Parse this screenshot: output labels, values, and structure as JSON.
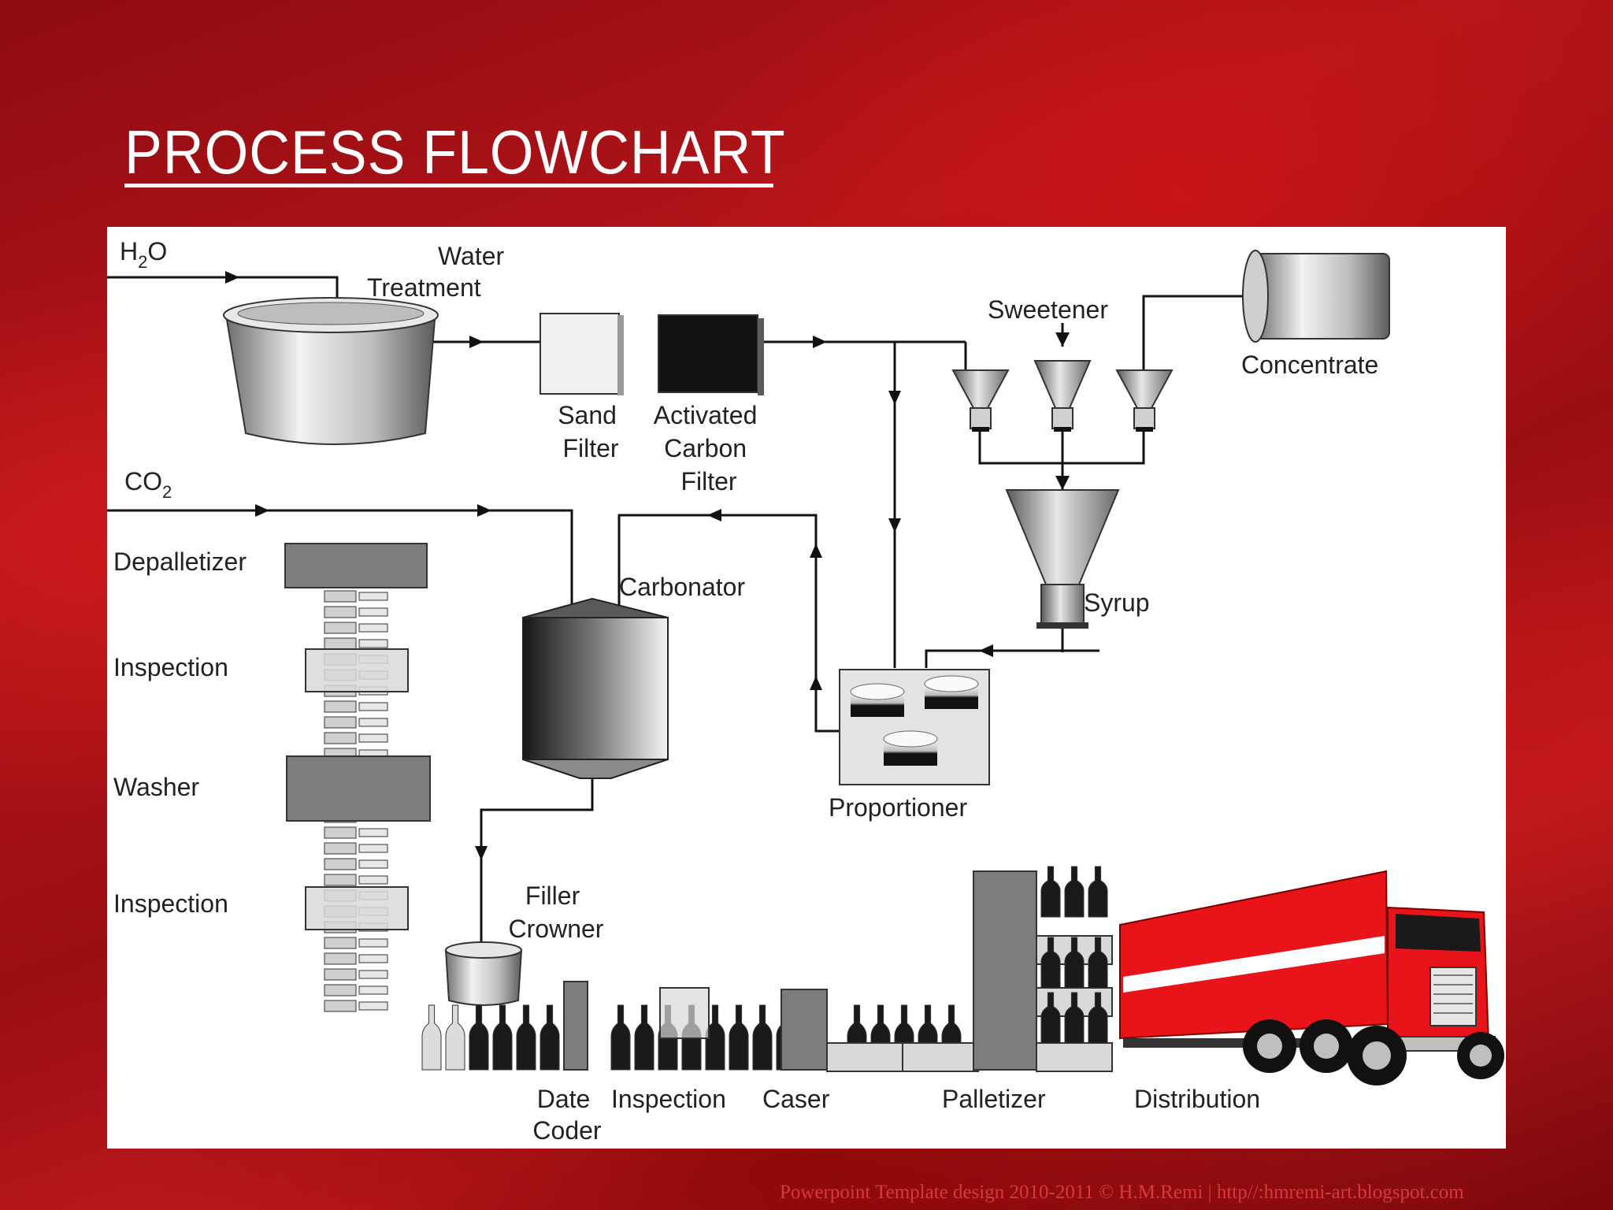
{
  "slide": {
    "title": "PROCESS FLOWCHART",
    "footer": "Powerpoint Template design 2010-2011 © H.M.Remi | http//:hmremi-art.blogspot.com"
  },
  "diagram": {
    "inputs": {
      "water": {
        "main": "H",
        "sub": "2",
        "tail": "O"
      },
      "co2": {
        "main": "CO",
        "sub": "2"
      }
    },
    "labels": {
      "water_treatment": [
        "Water",
        "Treatment"
      ],
      "sand_filter": [
        "Sand",
        "Filter"
      ],
      "carbon_filter": [
        "Activated",
        "Carbon",
        "Filter"
      ],
      "sweetener": "Sweetener",
      "concentrate": "Concentrate",
      "syrup": "Syrup",
      "carbonator": "Carbonator",
      "proportioner": "Proportioner",
      "depalletizer": "Depalletizer",
      "inspection_1": "Inspection",
      "washer": "Washer",
      "inspection_2": "Inspection",
      "filler_crowner": [
        "Filler",
        "Crowner"
      ],
      "date_coder": [
        "Date",
        "Coder"
      ],
      "inspection_line": "Inspection",
      "caser": "Caser",
      "palletizer": "Palletizer",
      "distribution": "Distribution"
    },
    "colors": {
      "line": "#111111",
      "machine_gray": "#7d7d7d",
      "light_gray": "#d9d9d9",
      "bottle": "#1a1a1a",
      "truck_red": "#e8141a"
    }
  }
}
